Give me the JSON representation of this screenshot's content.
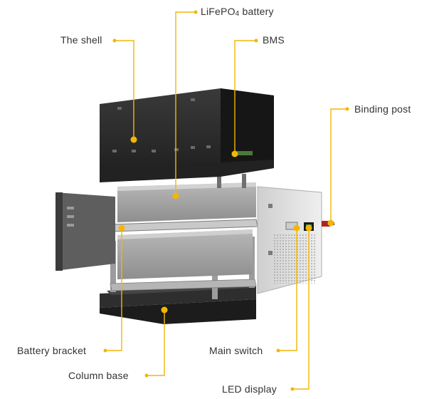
{
  "colors": {
    "leader": "#F2B705",
    "label_text": "#333333",
    "metal_dark": "#2b2b2b",
    "metal_mid": "#8f8f8f",
    "panel_light": "#d9d9d9"
  },
  "labels": {
    "lifepo4_battery": {
      "main": "LiFePO",
      "sub": "4",
      "tail": " battery"
    },
    "shell": "The shell",
    "bms": "BMS",
    "binding_post": "Binding post",
    "battery_bracket": "Battery bracket",
    "column_base": "Column base",
    "main_switch": "Main switch",
    "led_display": "LED display"
  }
}
